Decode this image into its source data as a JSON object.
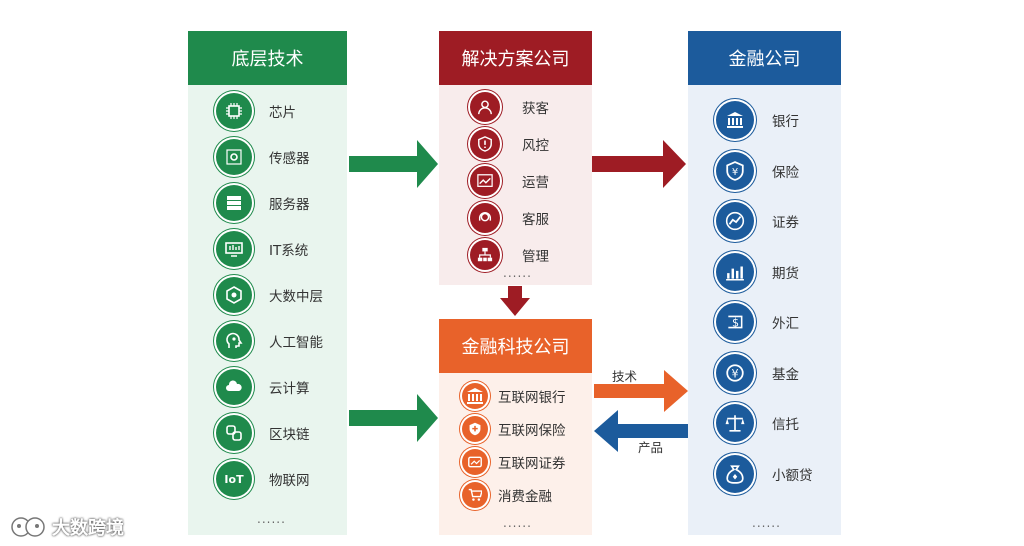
{
  "columns": {
    "tech": {
      "title": "底层技术",
      "color": "#1f8a4c",
      "panel": "#e9f5ee",
      "items": [
        {
          "label": "芯片",
          "icon": "chip-icon"
        },
        {
          "label": "传感器",
          "icon": "sensor-icon"
        },
        {
          "label": "服务器",
          "icon": "server-icon"
        },
        {
          "label": "IT系统",
          "icon": "monitor-icon"
        },
        {
          "label": "大数中层",
          "icon": "data-cube-icon"
        },
        {
          "label": "人工智能",
          "icon": "ai-head-icon"
        },
        {
          "label": "云计算",
          "icon": "cloud-icon"
        },
        {
          "label": "区块链",
          "icon": "blockchain-icon"
        },
        {
          "label": "物联网",
          "icon": "iot-icon"
        }
      ],
      "more": "......"
    },
    "solution": {
      "title": "解决方案公司",
      "color": "#9e1c24",
      "panel": "#f8ecec",
      "items": [
        {
          "label": "获客",
          "icon": "user-icon"
        },
        {
          "label": "风控",
          "icon": "shield-icon"
        },
        {
          "label": "运营",
          "icon": "trend-icon"
        },
        {
          "label": "客服",
          "icon": "headset-icon"
        },
        {
          "label": "管理",
          "icon": "org-chart-icon"
        }
      ],
      "more": "......"
    },
    "fintech": {
      "title": "金融科技公司",
      "color": "#e8622a",
      "panel": "#fdf0ea",
      "items": [
        {
          "label": "互联网银行",
          "icon": "bank-icon"
        },
        {
          "label": "互联网保险",
          "icon": "insurance-icon"
        },
        {
          "label": "互联网证券",
          "icon": "securities-icon"
        },
        {
          "label": "消费金融",
          "icon": "cart-icon"
        }
      ],
      "more": "......"
    },
    "finance": {
      "title": "金融公司",
      "color": "#1c5b9c",
      "panel": "#eaf0f8",
      "items": [
        {
          "label": "银行",
          "icon": "bank-icon"
        },
        {
          "label": "保险",
          "icon": "yen-shield-icon"
        },
        {
          "label": "证券",
          "icon": "stock-chart-icon"
        },
        {
          "label": "期货",
          "icon": "bar-chart-icon"
        },
        {
          "label": "外汇",
          "icon": "dollar-exchange-icon"
        },
        {
          "label": "基金",
          "icon": "yen-coin-icon"
        },
        {
          "label": "信托",
          "icon": "scale-icon"
        },
        {
          "label": "小额贷",
          "icon": "money-bag-icon"
        }
      ],
      "more": "......"
    }
  },
  "arrows": {
    "tech_to_fintech": "技术",
    "fintech_to_finance_back": "产品"
  },
  "watermark": "大数跨境"
}
